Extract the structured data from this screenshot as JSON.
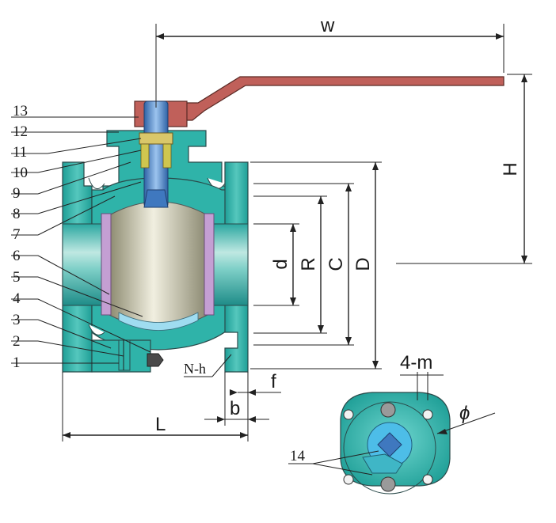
{
  "part_numbers": [
    "13",
    "12",
    "11",
    "10",
    "9",
    "8",
    "7",
    "6",
    "5",
    "4",
    "3",
    "2",
    "1"
  ],
  "bottom_part_number": "14",
  "dimensions": {
    "w": "w",
    "h": "H",
    "d": "d",
    "r": "R",
    "c": "C",
    "d_outer": "D",
    "l": "L",
    "b": "b",
    "f": "f",
    "n_h": "N-h",
    "four_m": "4-m",
    "phi": "ϕ"
  },
  "colors": {
    "body": "#2fb3a9",
    "handle": "#c0605a",
    "stem": "#4a86c8",
    "ball": "#cfcbb4",
    "seat": "#c49fd3",
    "bore": "#1f8f8c"
  }
}
